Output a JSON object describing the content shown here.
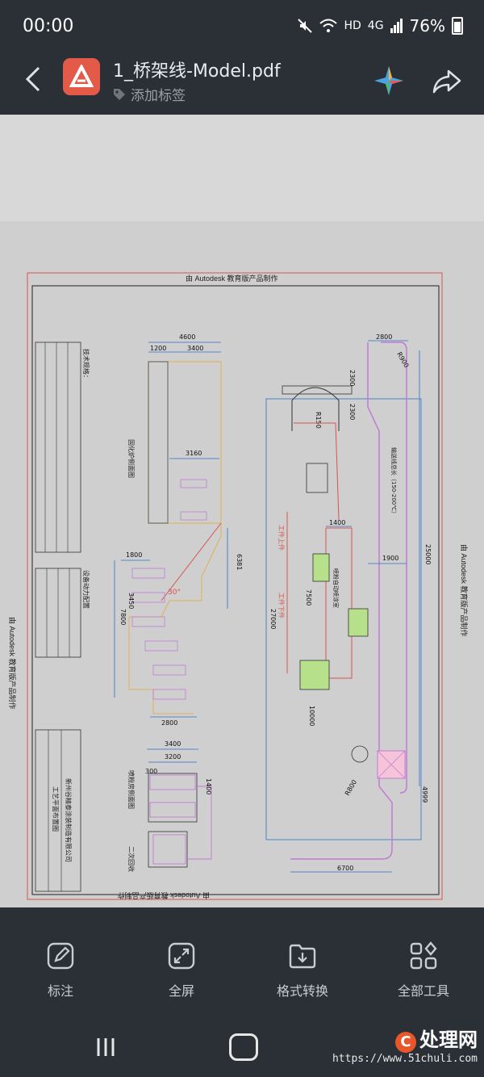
{
  "status": {
    "time": "00:00",
    "network": "HD",
    "signal": "4G",
    "battery": "76%"
  },
  "header": {
    "file_name": "1_桥架线-Model.pdf",
    "tag_label": "添加标签"
  },
  "drawing": {
    "watermark": "由 Autodesk 教育版产品制作",
    "dims": {
      "d4600": "4600",
      "d1200": "1200",
      "d3400a": "3400",
      "d3160": "3160",
      "d1800": "1800",
      "d3450": "3450",
      "d7800": "7800",
      "d6381": "6381",
      "d2800a": "2800",
      "d3400b": "3400",
      "d3200": "3200",
      "d300": "300",
      "d1400a": "1400",
      "d30deg": "30°",
      "d2800b": "2800",
      "d2300a": "2300",
      "d2300b": "2300",
      "dR150": "R150",
      "dR900": "R900",
      "d1400b": "1400",
      "d1900": "1900",
      "d7500": "7500",
      "d27000": "27000",
      "d25000": "25000",
      "d10000": "10000",
      "dR800": "R800",
      "d6700": "6700",
      "d4999": "4999"
    },
    "notes": {
      "n1": "技术规格：",
      "n2": "固化炉侧面图",
      "n3": "喷粉房侧面图",
      "n4": "设备动力配置",
      "n5": "工件上件",
      "n6": "工件下件",
      "n7": "二次回收",
      "n8": "新州谷精泰涂装制造有限公司",
      "n9": "工艺平面布置图",
      "n10": "输送线总长（150-200℃）",
      "n11": "喷粉自动喷涂室"
    }
  },
  "tools": [
    {
      "label": "标注"
    },
    {
      "label": "全屏"
    },
    {
      "label": "格式转换"
    },
    {
      "label": "全部工具"
    }
  ],
  "watermark_site": {
    "name": "处理网",
    "url": "https://www.51chuli.com"
  }
}
